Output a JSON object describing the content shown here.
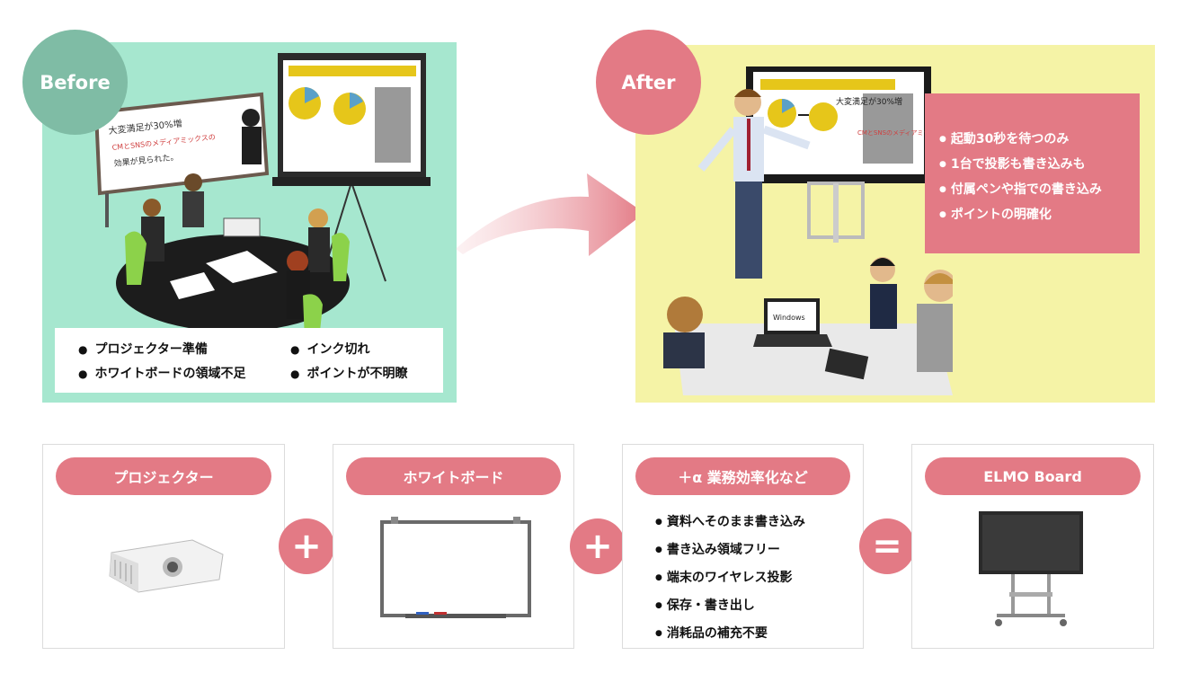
{
  "before": {
    "badge": "Before",
    "whiteboard_note": "大変満足が30%増",
    "whiteboard_note2": "CMとSNSのメディアミックスの",
    "whiteboard_note3": "効果が見られた。",
    "issues": [
      "プロジェクター準備",
      "インク切れ",
      "ホワイトボードの領域不足",
      "ポイントが不明瞭"
    ]
  },
  "after": {
    "badge": "After",
    "screen_note": "大変満足が30%増",
    "screen_note2": "CMとSNSのメディアミックスが◎",
    "laptop_label": "Windows",
    "benefits": [
      "起動30秒を待つのみ",
      "1台で投影も書き込みも",
      "付属ペンや指での書き込み",
      "ポイントの明確化"
    ]
  },
  "equation": {
    "boxes": [
      {
        "label": "プロジェクター"
      },
      {
        "label": "ホワイトボード"
      },
      {
        "label": "＋α 業務効率化など",
        "features": [
          "資料へそのまま書き込み",
          "書き込み領域フリー",
          "端末のワイヤレス投影",
          "保存・書き出し",
          "消耗品の補充不要"
        ]
      },
      {
        "label": "ELMO Board"
      }
    ],
    "operators": [
      "+",
      "+",
      "="
    ]
  }
}
